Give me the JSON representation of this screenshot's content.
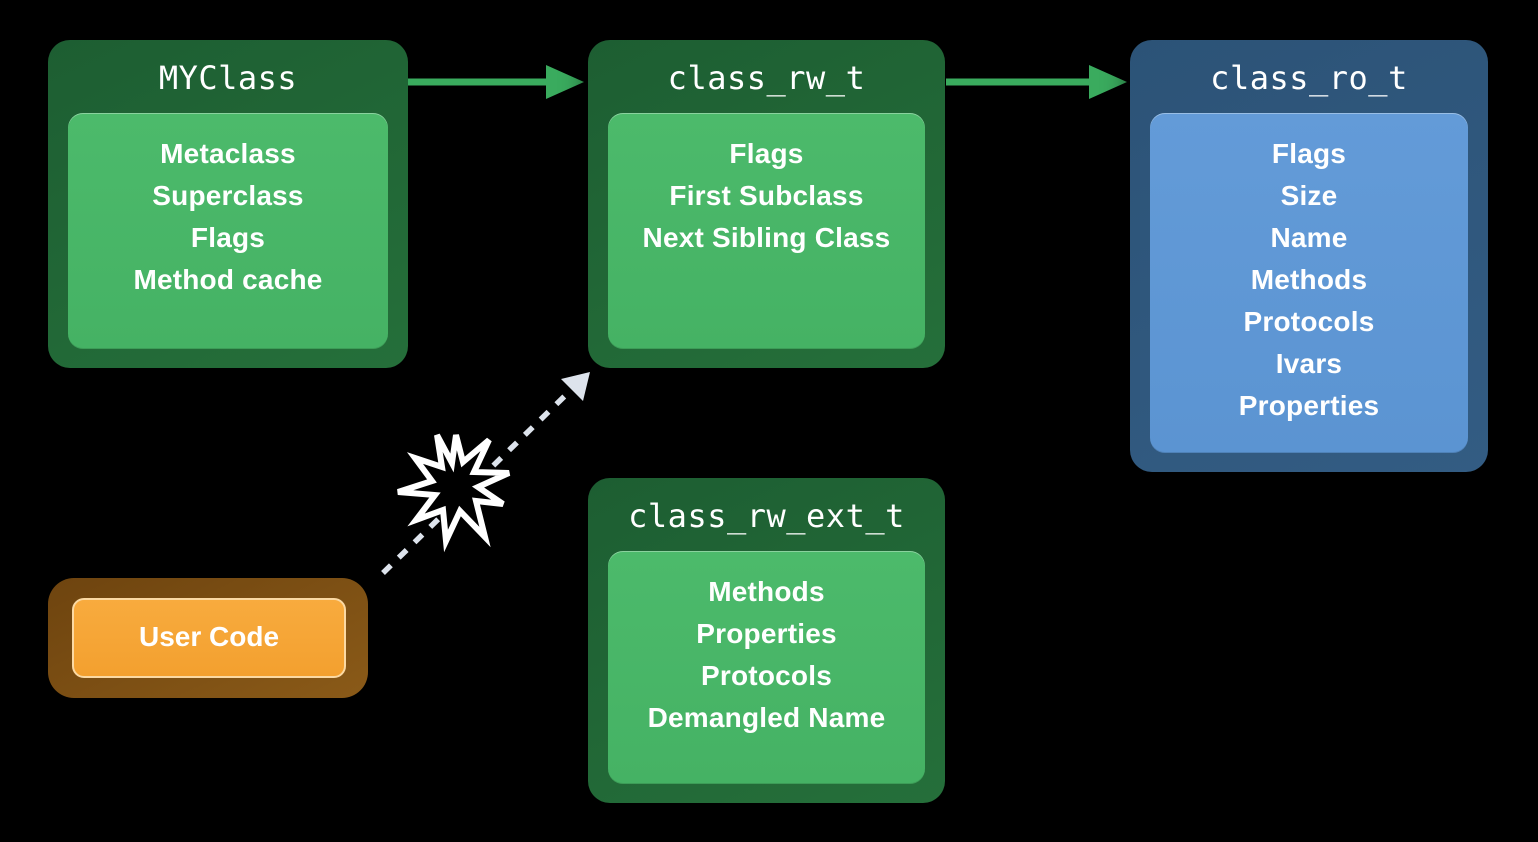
{
  "colors": {
    "background": "#000000",
    "green-outer-top": "#1d5e32",
    "green-outer-bottom": "#256f3a",
    "green-inner": "#45b264",
    "blue-outer-top": "#2c5377",
    "blue-outer-bottom": "#335c83",
    "blue-inner": "#5b94d2",
    "orange-outer-top": "#6e440f",
    "orange-outer-bottom": "#8a5a18",
    "orange-inner": "#f3a02f",
    "orange-inner-border": "#fbd9a3",
    "arrow-green": "#3aab5e",
    "arrow-dashed": "#dde3ec",
    "burst-stroke": "#ffffff",
    "burst-fill": "#000000",
    "text": "#ffffff"
  },
  "nodes": {
    "myclass": {
      "title": "MYClass",
      "fields": [
        "Metaclass",
        "Superclass",
        "Flags",
        "Method cache"
      ]
    },
    "class_rw_t": {
      "title": "class_rw_t",
      "fields": [
        "Flags",
        "First Subclass",
        "Next Sibling Class"
      ]
    },
    "class_ro_t": {
      "title": "class_ro_t",
      "fields": [
        "Flags",
        "Size",
        "Name",
        "Methods",
        "Protocols",
        "Ivars",
        "Properties"
      ]
    },
    "class_rw_ext_t": {
      "title": "class_rw_ext_t",
      "fields": [
        "Methods",
        "Properties",
        "Protocols",
        "Demangled Name"
      ]
    },
    "user_code": {
      "title": "User Code"
    }
  },
  "connections": [
    {
      "from": "MYClass",
      "to": "class_rw_t",
      "type": "solid-green-arrow"
    },
    {
      "from": "class_rw_t",
      "to": "class_ro_t",
      "type": "solid-green-arrow"
    },
    {
      "from": "User Code",
      "to": "class_rw_t",
      "type": "dashed-arrow",
      "annotation": "burst-explosion"
    }
  ]
}
